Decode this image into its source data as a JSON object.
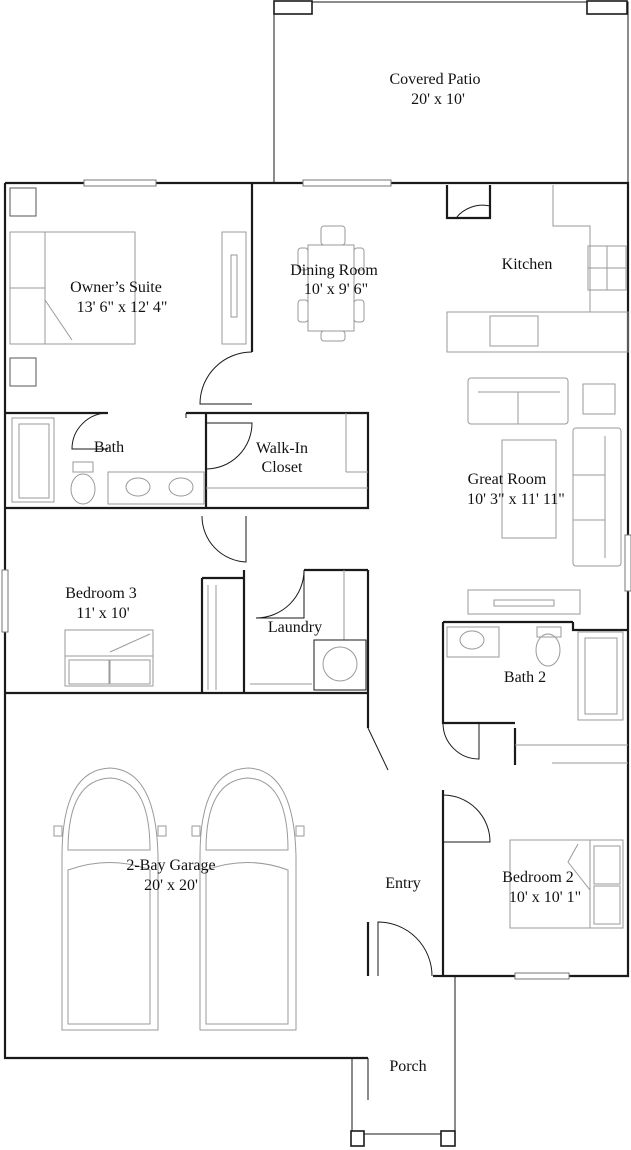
{
  "floorplan": {
    "rooms": {
      "covered_patio": {
        "name": "Covered Patio",
        "dims": "20' x 10'"
      },
      "owners_suite": {
        "name": "Owner’s Suite",
        "dims": "13' 6\" x 12' 4\""
      },
      "dining_room": {
        "name": "Dining Room",
        "dims": "10' x 9' 6\""
      },
      "kitchen": {
        "name": "Kitchen"
      },
      "bath": {
        "name": "Bath"
      },
      "walk_in_closet": {
        "line1": "Walk-In",
        "line2": "Closet"
      },
      "great_room": {
        "name": "Great Room",
        "dims": "10' 3\" x 11' 11\""
      },
      "bedroom_3": {
        "name": "Bedroom 3",
        "dims": "11' x 10'"
      },
      "laundry": {
        "name": "Laundry"
      },
      "bath_2": {
        "name": "Bath 2"
      },
      "garage": {
        "name": "2-Bay Garage",
        "dims": "20' x 20'"
      },
      "entry": {
        "name": "Entry"
      },
      "bedroom_2": {
        "name": "Bedroom 2",
        "dims": "10' x 10' 1\""
      },
      "porch": {
        "name": "Porch"
      }
    }
  }
}
